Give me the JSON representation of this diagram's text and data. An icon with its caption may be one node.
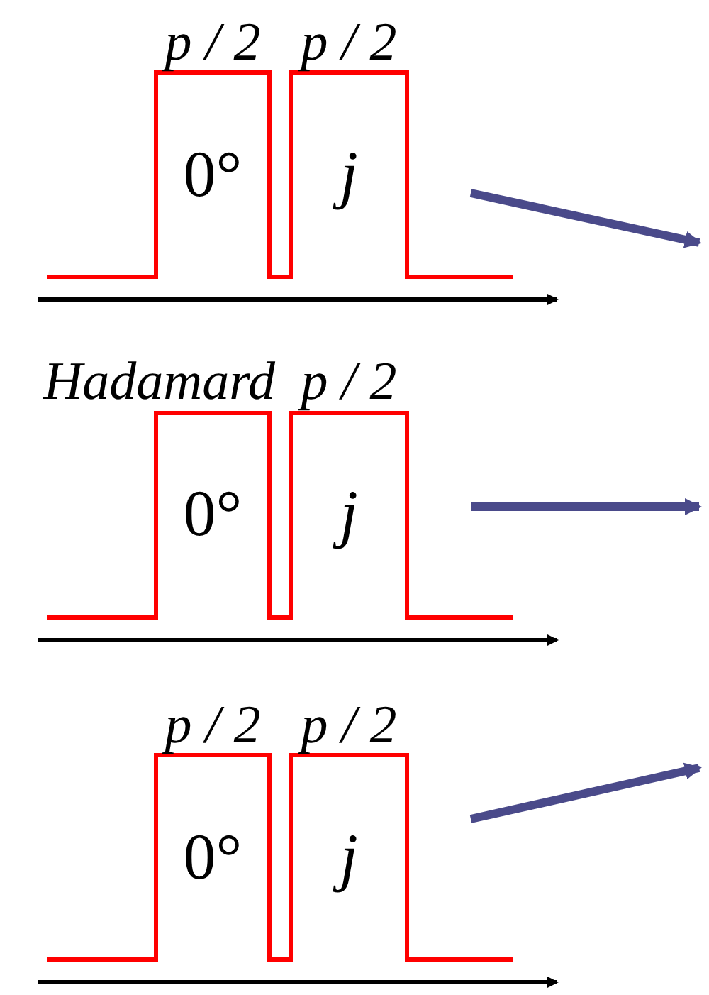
{
  "diagram": {
    "nodes": [
      {
        "text": [
          "p / 2",
          "0°"
        ]
      },
      {
        "text": [
          "p / 2",
          "j"
        ]
      },
      {
        "text": [
          "Hadamard",
          "0°"
        ]
      },
      {
        "text": [
          "p / 2",
          "j"
        ]
      },
      {
        "text": [
          "p / 2",
          "0°"
        ]
      },
      {
        "text": [
          "p / 2",
          "j"
        ]
      }
    ]
  }
}
